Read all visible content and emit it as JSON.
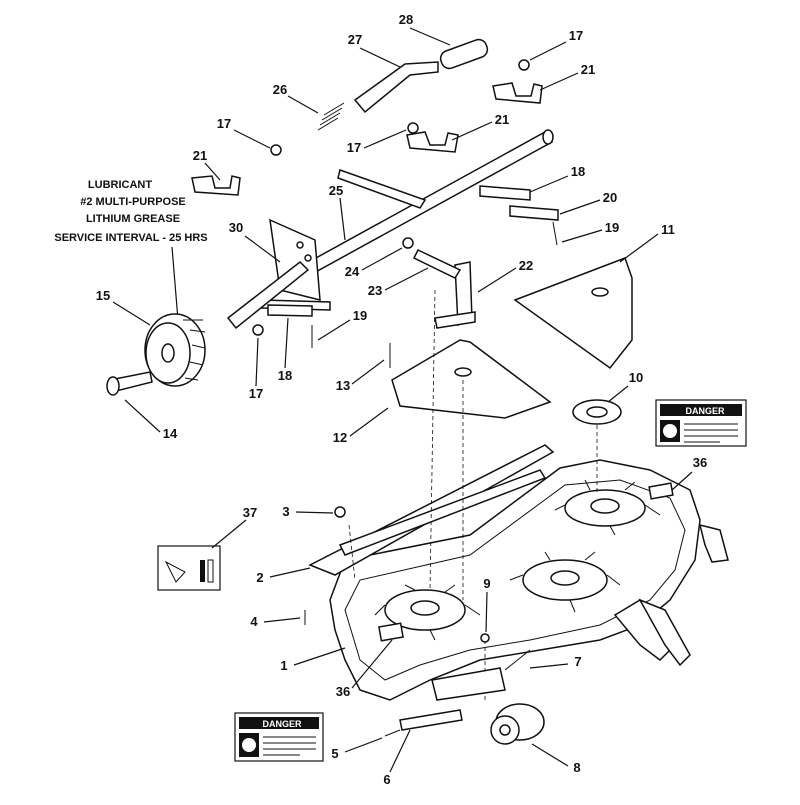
{
  "lubricant_note": {
    "line1": "LUBRICANT",
    "line2": "#2 MULTI-PURPOSE",
    "line3": "LITHIUM GREASE",
    "line4": "SERVICE INTERVAL - 25 HRS"
  },
  "danger_decal_label": "DANGER",
  "callouts": [
    "28",
    "27",
    "26",
    "25",
    "24",
    "23",
    "22",
    "21",
    "21",
    "21",
    "20",
    "19",
    "19",
    "18",
    "18",
    "17",
    "17",
    "17",
    "17",
    "15",
    "14",
    "13",
    "12",
    "11",
    "10",
    "9",
    "8",
    "7",
    "6",
    "5",
    "4",
    "3",
    "2",
    "1",
    "36",
    "36",
    "37",
    "30"
  ]
}
